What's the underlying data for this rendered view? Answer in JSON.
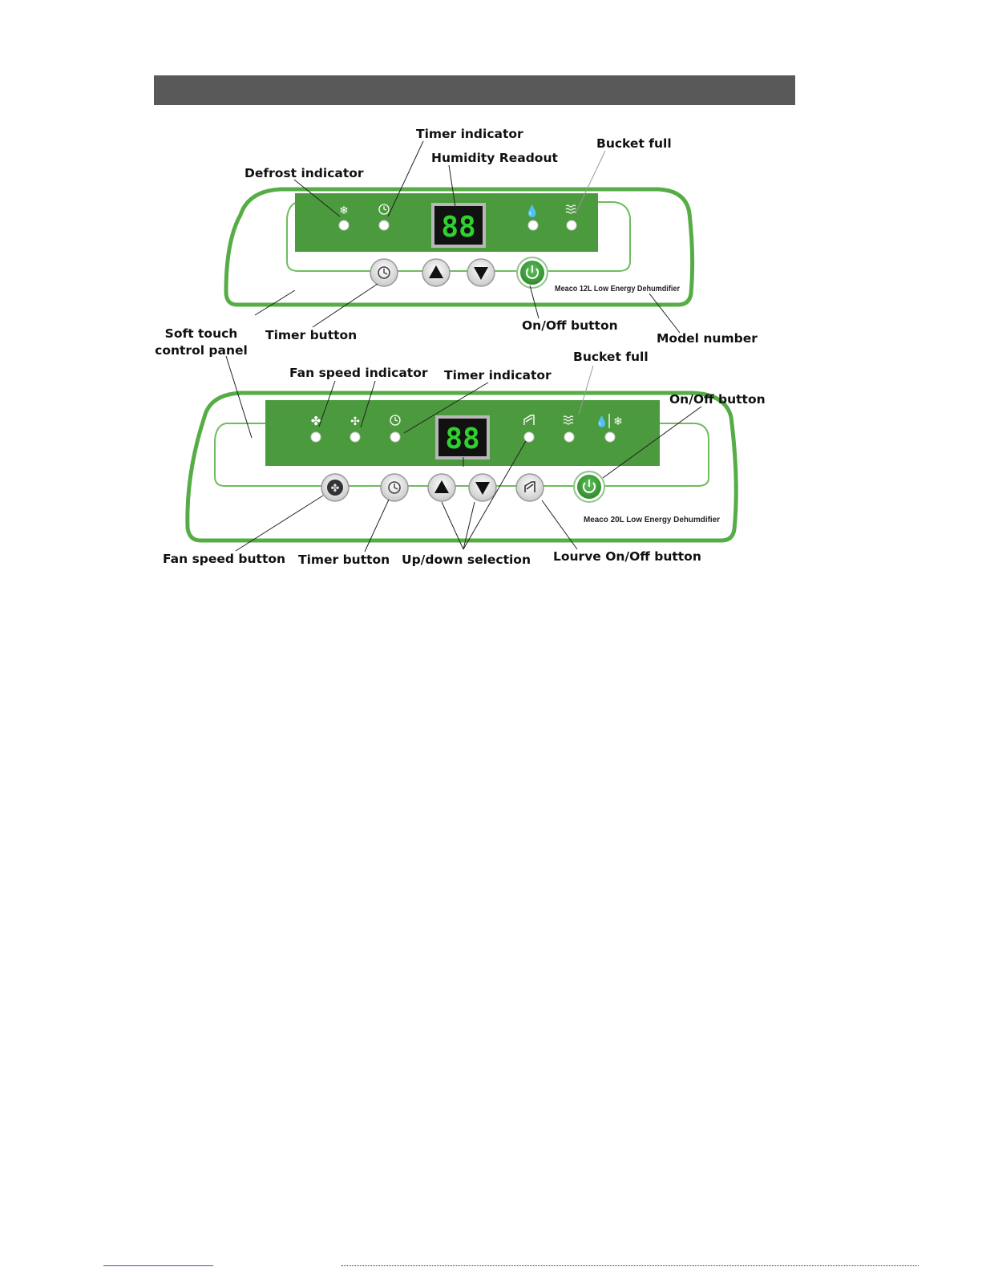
{
  "panel_12l": {
    "model_label": "Meaco 12L Low Energy Dehumdifier",
    "display": "88",
    "callouts": {
      "timer_indicator": "Timer indicator",
      "humidity_readout": "Humidity Readout",
      "bucket_full": "Bucket full",
      "defrost_indicator": "Defrost indicator",
      "soft_touch_line1": "Soft touch",
      "soft_touch_line2": "control panel",
      "timer_button": "Timer button",
      "onoff_button": "On/Off button",
      "model_number": "Model number"
    },
    "icons": [
      "snowflake-icon",
      "clock-icon",
      "droplet-icon",
      "water-waves-icon"
    ],
    "buttons": [
      "timer-button",
      "up-button",
      "down-button",
      "power-button"
    ]
  },
  "panel_20l": {
    "model_label": "Meaco 20L Low Energy Dehumdifier",
    "display": "88",
    "callouts": {
      "fan_speed_indicator": "Fan speed indicator",
      "timer_indicator": "Timer indicator",
      "bucket_full": "Bucket full",
      "onoff_button": "On/Off button",
      "fan_speed_button": "Fan speed button",
      "timer_button": "Timer button",
      "updown_selection": "Up/down selection",
      "louvre_button": "Lourve On/Off button"
    },
    "icons": [
      "fan-high-icon",
      "fan-low-icon",
      "clock-icon",
      "louvre-icon",
      "water-waves-icon",
      "droplet-icon",
      "snowflake-icon"
    ],
    "buttons": [
      "fan-speed-button",
      "timer-button",
      "up-button",
      "down-button",
      "louvre-button",
      "power-button"
    ]
  },
  "colors": {
    "header_bar": "#595959",
    "panel_green": "#4c9a3e",
    "outline_green": "#56ad46",
    "lcd_digits": "#2fd12f",
    "power_button": "#3d9b3a"
  }
}
